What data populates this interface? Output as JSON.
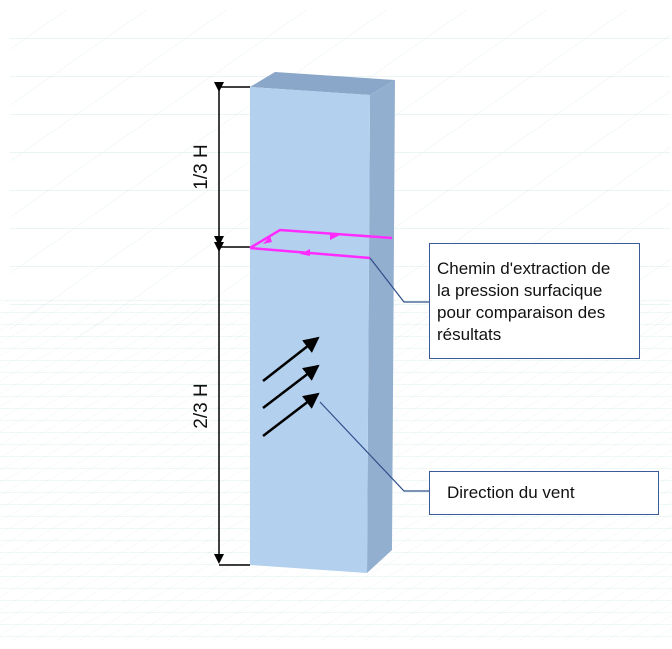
{
  "diagram": {
    "building": {
      "front_color": "#b3d0ee",
      "side_color": "#93afd0",
      "top_color": "#8aa6c8"
    },
    "dimensions": {
      "upper_label": "1/3 H",
      "lower_label": "2/3 H"
    },
    "extraction_path": {
      "color": "#ff2bff"
    },
    "wind_arrows": {
      "count": 3,
      "color": "#000000"
    },
    "callouts": [
      {
        "id": "extraction-path-callout",
        "text_lines": [
          "Chemin d'extraction de",
          "la pression surfacique",
          "pour comparaison des",
          "résultats"
        ]
      },
      {
        "id": "wind-direction-callout",
        "text": "Direction du vent"
      }
    ],
    "colors": {
      "grid": "#cfe6e6",
      "leader_line": "#2e4f8a",
      "callout_border": "#3a5a9a"
    }
  }
}
